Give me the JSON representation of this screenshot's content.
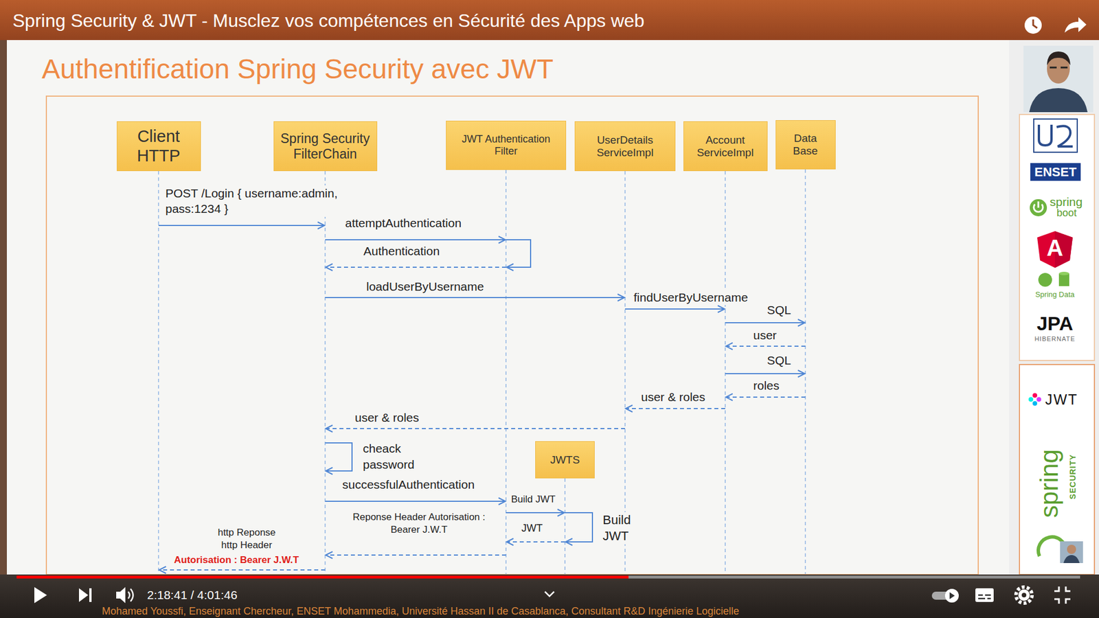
{
  "diagram": {
    "title": "Authentification Spring Security avec JWT",
    "nodes": [
      {
        "text": [
          "Client HTTP"
        ]
      },
      {
        "text": [
          "Spring Security FilterChain"
        ]
      },
      {
        "text": [
          "JWT Authentication Filter"
        ]
      },
      {
        "text": [
          "UserDetails ServiceImpl"
        ]
      },
      {
        "text": [
          "Account ServiceImpl"
        ]
      },
      {
        "text": [
          "Data Base"
        ]
      },
      {
        "text": [
          "JWTS"
        ]
      }
    ],
    "edges": [
      {
        "from": 0,
        "to": 1,
        "label": "POST /Login { username:admin, pass:1234 }",
        "arrow": "to"
      },
      {
        "from": 1,
        "to": 2,
        "label": "attemptAuthentication",
        "arrow": "to"
      },
      {
        "from": 2,
        "to": 1,
        "label": "Authentication",
        "arrow": "to"
      },
      {
        "from": 1,
        "to": 3,
        "label": "loadUserByUsername",
        "arrow": "to"
      },
      {
        "from": 3,
        "to": 4,
        "label": "findUserByUsername",
        "arrow": "to"
      },
      {
        "from": 4,
        "to": 5,
        "label": "SQL",
        "arrow": "to"
      },
      {
        "from": 5,
        "to": 4,
        "label": "user",
        "arrow": "to"
      },
      {
        "from": 4,
        "to": 5,
        "label": "SQL",
        "arrow": "to"
      },
      {
        "from": 5,
        "to": 4,
        "label": "roles",
        "arrow": "to"
      },
      {
        "from": 4,
        "to": 3,
        "label": "user & roles",
        "arrow": "to"
      },
      {
        "from": 3,
        "to": 1,
        "label": "user & roles",
        "arrow": "to"
      },
      {
        "from": 1,
        "to": 2,
        "label": "successfulAuthentication",
        "arrow": "to"
      },
      {
        "from": 2,
        "to": 6,
        "label": "Build JWT",
        "arrow": "to"
      },
      {
        "from": 6,
        "to": 2,
        "label": "JWT",
        "arrow": "to"
      },
      {
        "from": 2,
        "to": 1,
        "label": "Reponse Header Autorisation : Bearer J.W.T",
        "arrow": "to"
      },
      {
        "from": 1,
        "to": 0,
        "label": "http Reponse http Header",
        "arrow": "to"
      }
    ],
    "labels": [
      "Spring Security & JWT - Musclez vos compétences en Sécurité des Apps web",
      "cheack password",
      "Build JWT",
      "Autorisation : Bearer J.W.T",
      "ENSET",
      "spring",
      "boot",
      "A",
      "Spring Data",
      "JPA",
      "HIBERNATE",
      "JWT",
      "spring",
      "SECURITY",
      "2:18:41 / 4:01:46",
      "Mohamed Youssfi, Enseignant Chercheur, ENSET Mohammedia, Université Hassan II de Casablanca, Consultant R&D Ingénierie Logicielle"
    ]
  }
}
